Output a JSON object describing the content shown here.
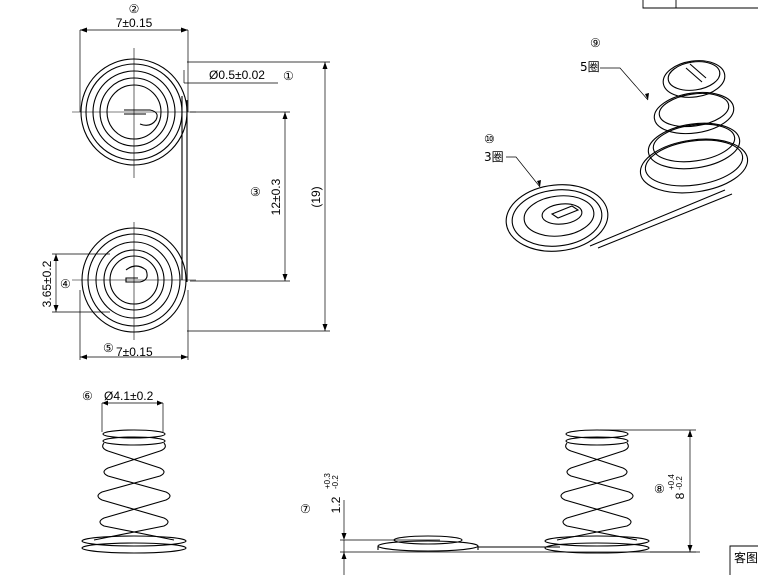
{
  "top_view": {
    "callout_width_top": "②",
    "width_top": "7±0.15",
    "wire_diameter": "Ø0.5±0.02",
    "callout_wire": "①",
    "callout_center_distance": "③",
    "center_distance": "12±0.3",
    "overall_length": "(19)",
    "small_coil_offset": "3.65±0.2",
    "callout_small_coil_offset": "④",
    "callout_width_bottom": "⑤",
    "width_bottom": "7±0.15"
  },
  "iso_view": {
    "callout_large_coil": "⑨",
    "large_coil_turns": "5圈",
    "callout_small_coil": "⑩",
    "small_coil_turns": "3圈"
  },
  "front_view": {
    "callout_top_diameter": "⑥",
    "top_diameter": "Ø4.1±0.2"
  },
  "side_view": {
    "callout_small_height": "⑦",
    "small_height_nominal": "1.2",
    "small_height_upper": "+0.3",
    "small_height_lower": "-0.2",
    "callout_large_height": "⑧",
    "large_height_nominal": "8",
    "large_height_upper": "+0.4",
    "large_height_lower": "-0.2"
  },
  "title_block": {
    "corner_text": "客图"
  }
}
